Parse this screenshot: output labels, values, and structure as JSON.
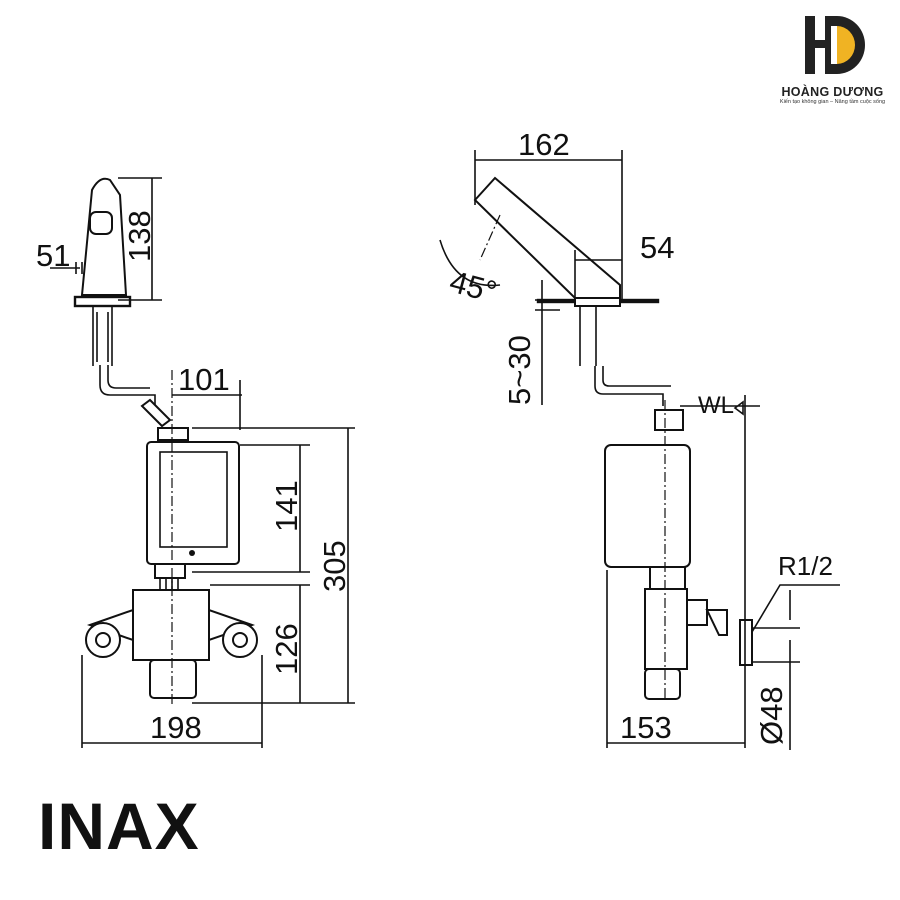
{
  "logo": {
    "name": "HOÀNG DƯƠNG",
    "tagline": "Kiến tạo không gian – Nâng tầm cuộc sống",
    "letters": "HD",
    "accent": "#f0b323",
    "dark": "#222222"
  },
  "brand": "INAX",
  "front_view": {
    "faucet_width": "51",
    "faucet_height": "138",
    "offset": "101",
    "box_height": "141",
    "total_height": "305",
    "valve_height": "126",
    "width": "198"
  },
  "side_view": {
    "spout_length": "162",
    "spout_tip": "54",
    "angle": "45°",
    "deck_thickness": "5~30",
    "water_level": "WL",
    "thread": "R1/2",
    "depth": "153",
    "pipe_diameter": "Ø48"
  }
}
